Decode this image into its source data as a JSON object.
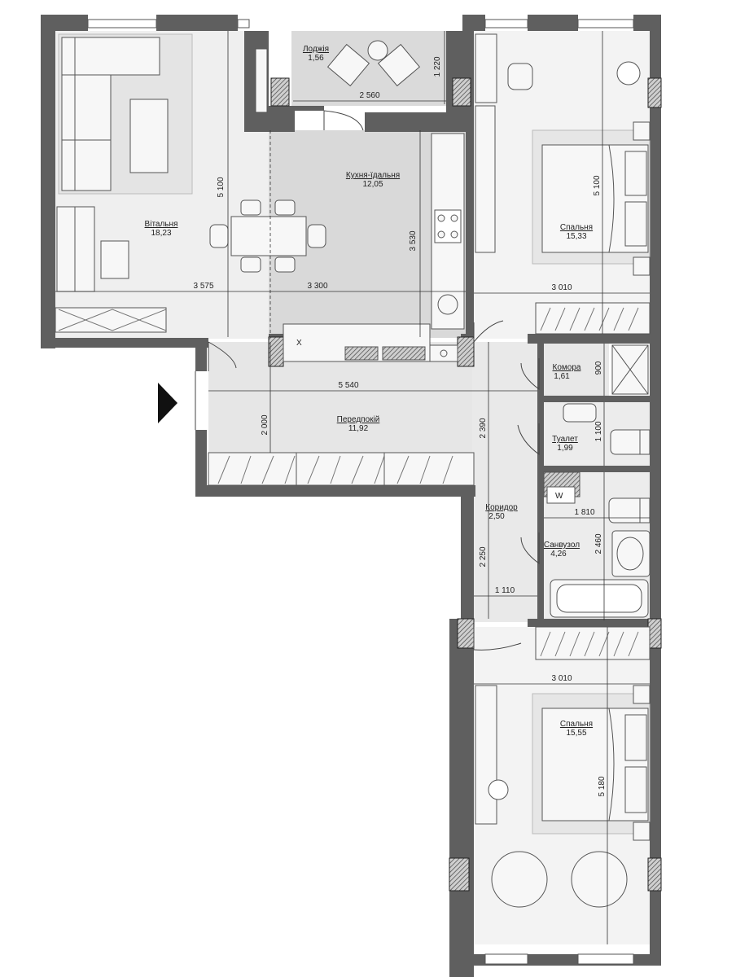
{
  "colors": {
    "wall": "#5f5f5f",
    "floor_light": "#efefef",
    "floor_dark": "#d6d6d6",
    "line": "#333333"
  },
  "rooms": {
    "loggia": {
      "name": "Лоджія",
      "area": "1,56"
    },
    "living": {
      "name": "Вітальня",
      "area": "18,23"
    },
    "kitchen": {
      "name": "Кухня-їдальня",
      "area": "12,05"
    },
    "bedroom1": {
      "name": "Спальня",
      "area": "15,33"
    },
    "hall": {
      "name": "Передпокій",
      "area": "11,92"
    },
    "storage": {
      "name": "Комора",
      "area": "1,61"
    },
    "toilet": {
      "name": "Туалет",
      "area": "1,99"
    },
    "corridor": {
      "name": "Коридор",
      "area": "2,50"
    },
    "bathroom": {
      "name": "Санвузол",
      "area": "4,26"
    },
    "bedroom2": {
      "name": "Спальня",
      "area": "15,55"
    }
  },
  "dims": {
    "loggia_w": "2 560",
    "loggia_h": "1 220",
    "living_h": "5 100",
    "living_w": "3 575",
    "kitchen_w": "3 300",
    "kitchen_h": "3 530",
    "bed1_h": "5 100",
    "bed1_w": "3 010",
    "hall_w": "5 540",
    "hall_h": "2 000",
    "corr_h1": "2 390",
    "corr_h2": "2 250",
    "corr_w": "1 110",
    "storage_h": "900",
    "toilet_h": "1 100",
    "bath_w": "1 810",
    "bath_h": "2 460",
    "bed2_w": "3 010",
    "bed2_h": "5 180"
  },
  "symbols": {
    "stove_mark": "X",
    "washer_mark": "W"
  }
}
